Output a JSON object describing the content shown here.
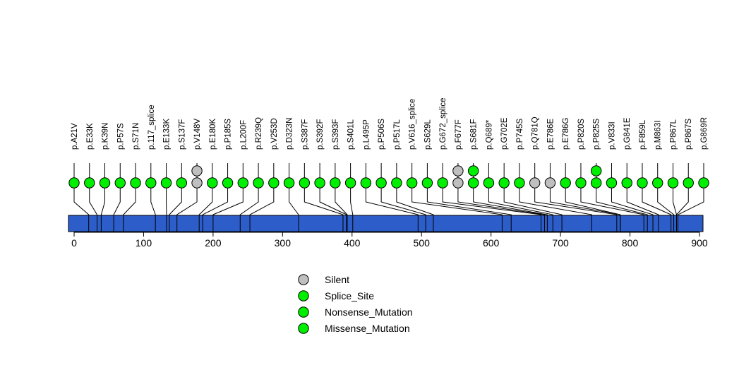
{
  "chart_data": {
    "type": "lollipop",
    "title": "",
    "xlabel": "",
    "ylabel": "",
    "xlim": [
      0,
      920
    ],
    "axis_ticks": [
      0,
      100,
      200,
      300,
      400,
      500,
      600,
      700,
      800,
      900
    ],
    "protein_length": 920,
    "grid": false,
    "legend_position": "bottom-center",
    "colors": {
      "protein_bar": "#2d5dc8",
      "silent": "#bfbfbf",
      "splice_site": "#00ee00",
      "nonsense_mutation": "#00ee00",
      "missense_mutation": "#00ee00",
      "outline": "#000000",
      "background": "#ffffff"
    },
    "legend": [
      {
        "label": "Silent",
        "color": "#bfbfbf"
      },
      {
        "label": "Splice_Site",
        "color": "#00ee00"
      },
      {
        "label": "Nonsense_Mutation",
        "color": "#00ee00"
      },
      {
        "label": "Missense_Mutation",
        "color": "#00ee00"
      }
    ],
    "mutations": [
      {
        "label": "p.A21V",
        "position": 21,
        "count": 1,
        "type": "Missense_Mutation",
        "color": "#00ee00"
      },
      {
        "label": "p.E33K",
        "position": 33,
        "count": 1,
        "type": "Missense_Mutation",
        "color": "#00ee00"
      },
      {
        "label": "p.K39N",
        "position": 39,
        "count": 1,
        "type": "Missense_Mutation",
        "color": "#00ee00"
      },
      {
        "label": "p.P57S",
        "position": 57,
        "count": 1,
        "type": "Missense_Mutation",
        "color": "#00ee00"
      },
      {
        "label": "p.S71N",
        "position": 71,
        "count": 1,
        "type": "Missense_Mutation",
        "color": "#00ee00"
      },
      {
        "label": "p.117_splice",
        "position": 117,
        "count": 1,
        "type": "Splice_Site",
        "color": "#00ee00"
      },
      {
        "label": "p.E133K",
        "position": 133,
        "count": 1,
        "type": "Missense_Mutation",
        "color": "#00ee00"
      },
      {
        "label": "p.S137F",
        "position": 137,
        "count": 1,
        "type": "Missense_Mutation",
        "color": "#00ee00"
      },
      {
        "label": "p.V148V",
        "position": 148,
        "count": 2,
        "type": "Silent",
        "color": "#bfbfbf"
      },
      {
        "label": "p.E180K",
        "position": 180,
        "count": 1,
        "type": "Missense_Mutation",
        "color": "#00ee00"
      },
      {
        "label": "p.P185S",
        "position": 185,
        "count": 1,
        "type": "Missense_Mutation",
        "color": "#00ee00"
      },
      {
        "label": "p.L200F",
        "position": 200,
        "count": 1,
        "type": "Missense_Mutation",
        "color": "#00ee00"
      },
      {
        "label": "p.R239Q",
        "position": 239,
        "count": 1,
        "type": "Missense_Mutation",
        "color": "#00ee00"
      },
      {
        "label": "p.V253D",
        "position": 253,
        "count": 1,
        "type": "Missense_Mutation",
        "color": "#00ee00"
      },
      {
        "label": "p.D323N",
        "position": 323,
        "count": 1,
        "type": "Missense_Mutation",
        "color": "#00ee00"
      },
      {
        "label": "p.S387F",
        "position": 387,
        "count": 1,
        "type": "Missense_Mutation",
        "color": "#00ee00"
      },
      {
        "label": "p.S392F",
        "position": 392,
        "count": 1,
        "type": "Missense_Mutation",
        "color": "#00ee00"
      },
      {
        "label": "p.S393F",
        "position": 393,
        "count": 1,
        "type": "Missense_Mutation",
        "color": "#00ee00"
      },
      {
        "label": "p.S401L",
        "position": 401,
        "count": 1,
        "type": "Missense_Mutation",
        "color": "#00ee00"
      },
      {
        "label": "p.L495P",
        "position": 495,
        "count": 1,
        "type": "Missense_Mutation",
        "color": "#00ee00"
      },
      {
        "label": "p.P506S",
        "position": 506,
        "count": 1,
        "type": "Missense_Mutation",
        "color": "#00ee00"
      },
      {
        "label": "p.P517L",
        "position": 517,
        "count": 1,
        "type": "Missense_Mutation",
        "color": "#00ee00"
      },
      {
        "label": "p.V616_splice",
        "position": 616,
        "count": 1,
        "type": "Splice_Site",
        "color": "#00ee00"
      },
      {
        "label": "p.S629L",
        "position": 629,
        "count": 1,
        "type": "Missense_Mutation",
        "color": "#00ee00"
      },
      {
        "label": "p.G672_splice",
        "position": 672,
        "count": 1,
        "type": "Splice_Site",
        "color": "#00ee00"
      },
      {
        "label": "p.F677F",
        "position": 677,
        "count": 2,
        "type": "Silent",
        "color": "#bfbfbf"
      },
      {
        "label": "p.S681F",
        "position": 681,
        "count": 2,
        "type": "Missense_Mutation",
        "color": "#00ee00"
      },
      {
        "label": "p.Q689*",
        "position": 689,
        "count": 1,
        "type": "Nonsense_Mutation",
        "color": "#00ee00"
      },
      {
        "label": "p.G702E",
        "position": 702,
        "count": 1,
        "type": "Missense_Mutation",
        "color": "#00ee00"
      },
      {
        "label": "p.P745S",
        "position": 745,
        "count": 1,
        "type": "Missense_Mutation",
        "color": "#00ee00"
      },
      {
        "label": "p.Q781Q",
        "position": 781,
        "count": 1,
        "type": "Silent",
        "color": "#bfbfbf"
      },
      {
        "label": "p.E786E",
        "position": 786,
        "count": 1,
        "type": "Silent",
        "color": "#bfbfbf"
      },
      {
        "label": "p.E786G",
        "position": 786,
        "count": 1,
        "type": "Missense_Mutation",
        "color": "#00ee00"
      },
      {
        "label": "p.P820S",
        "position": 820,
        "count": 1,
        "type": "Missense_Mutation",
        "color": "#00ee00"
      },
      {
        "label": "p.P825S",
        "position": 825,
        "count": 2,
        "type": "Missense_Mutation",
        "color": "#00ee00"
      },
      {
        "label": "p.V833I",
        "position": 833,
        "count": 1,
        "type": "Missense_Mutation",
        "color": "#00ee00"
      },
      {
        "label": "p.G841E",
        "position": 841,
        "count": 1,
        "type": "Missense_Mutation",
        "color": "#00ee00"
      },
      {
        "label": "p.F859L",
        "position": 859,
        "count": 1,
        "type": "Missense_Mutation",
        "color": "#00ee00"
      },
      {
        "label": "p.M863I",
        "position": 863,
        "count": 1,
        "type": "Missense_Mutation",
        "color": "#00ee00"
      },
      {
        "label": "p.P867L",
        "position": 867,
        "count": 1,
        "type": "Missense_Mutation",
        "color": "#00ee00"
      },
      {
        "label": "p.P867S",
        "position": 867,
        "count": 1,
        "type": "Missense_Mutation",
        "color": "#00ee00"
      },
      {
        "label": "p.G869R",
        "position": 869,
        "count": 1,
        "type": "Missense_Mutation",
        "color": "#00ee00"
      }
    ]
  }
}
